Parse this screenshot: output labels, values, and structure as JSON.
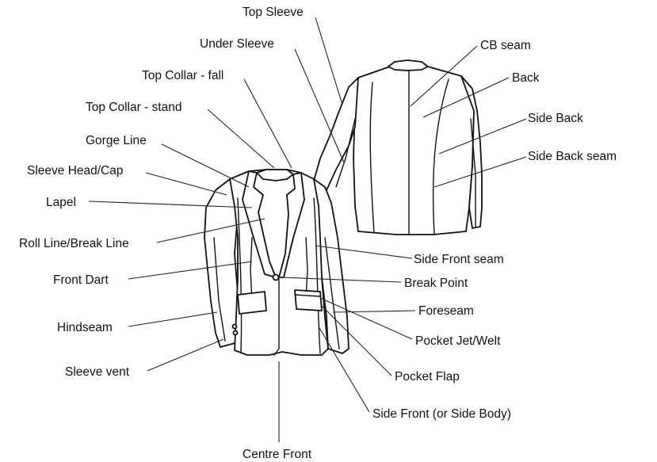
{
  "diagram": {
    "labels": {
      "top_sleeve": "Top Sleeve",
      "under_sleeve": "Under Sleeve",
      "top_collar_fall": "Top Collar - fall",
      "top_collar_stand": "Top Collar - stand",
      "gorge_line": "Gorge Line",
      "sleeve_head": "Sleeve Head/Cap",
      "lapel": "Lapel",
      "roll_line": "Roll Line/Break Line",
      "front_dart": "Front Dart",
      "hindseam": "Hindseam",
      "sleeve_vent": "Sleeve vent",
      "centre_front": "Centre Front",
      "cb_seam": "CB seam",
      "back": "Back",
      "side_back": "Side Back",
      "side_back_seam": "Side Back seam",
      "side_front_seam": "Side Front seam",
      "break_point": "Break Point",
      "foreseam": "Foreseam",
      "pocket_jet": "Pocket Jet/Welt",
      "pocket_flap": "Pocket Flap",
      "side_front": "Side Front (or Side Body)"
    }
  }
}
